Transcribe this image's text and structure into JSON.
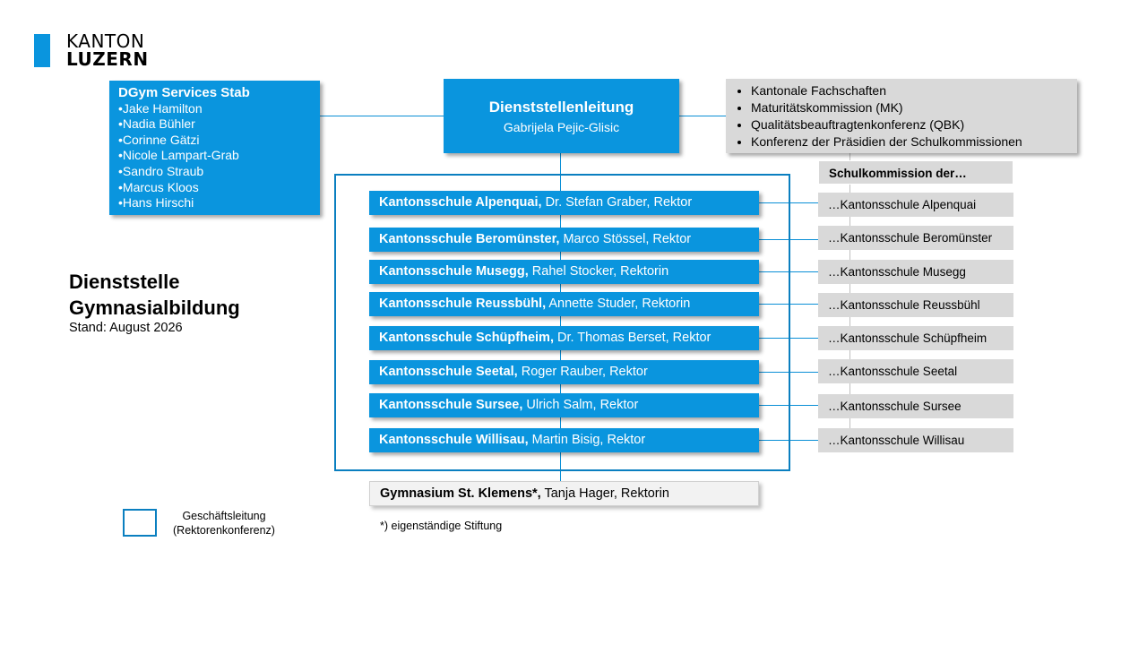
{
  "logo": {
    "line1": "KANTON",
    "line2": "LUZERN"
  },
  "stab": {
    "title": "DGym Services Stab",
    "members": [
      "Jake Hamilton",
      "Nadia Bühler",
      "Corinne Gätzi",
      "Nicole Lampart-Grab",
      "Sandro Straub",
      "Marcus Kloos",
      "Hans Hirschi"
    ]
  },
  "leitung": {
    "title": "Dienststellenleitung",
    "name": "Gabrijela Pejic-Glisic"
  },
  "gremien": [
    "Kantonale Fachschaften",
    "Maturitätskommission (MK)",
    "Qualitätsbeauftragtenkonferenz (QBK)",
    "Konferenz der Präsidien der Schulkommissionen"
  ],
  "schulen": [
    {
      "name": "Kantonsschule Alpenquai",
      "rest": " Dr. Stefan Graber, Rektor"
    },
    {
      "name": "Kantonsschule Beromünster",
      "rest": " Marco Stössel, Rektor"
    },
    {
      "name": "Kantonsschule Musegg",
      "rest": " Rahel Stocker, Rektorin"
    },
    {
      "name": "Kantonsschule Reussbühl",
      "rest": " Annette Studer, Rektorin"
    },
    {
      "name": "Kantonsschule Schüpfheim",
      "rest": " Dr. Thomas Berset, Rektor"
    },
    {
      "name": "Kantonsschule Seetal",
      "rest": " Roger Rauber, Rektor"
    },
    {
      "name": "Kantonsschule Sursee",
      "rest": " Ulrich Salm, Rektor"
    },
    {
      "name": "Kantonsschule Willisau",
      "rest": " Martin Bisig, Rektor"
    }
  ],
  "schulkommission": {
    "header": "Schulkommission der…",
    "items": [
      "…Kantonsschule Alpenquai",
      "…Kantonsschule Beromünster",
      "…Kantonsschule Musegg",
      "…Kantonsschule Reussbühl",
      "…Kantonsschule Schüpfheim",
      "…Kantonsschule Seetal",
      "…Kantonsschule Sursee",
      "…Kantonsschule Willisau"
    ]
  },
  "klemens": {
    "name": "Gymnasium St. Klemens*,",
    "rest": " Tanja Hager, Rektorin"
  },
  "footnote": "*) eigenständige Stiftung",
  "page": {
    "title_line1": "Dienststelle",
    "title_line2": "Gymnasialbildung",
    "stand": "Stand: August 2026"
  },
  "legend": {
    "line1": "Geschäftsleitung",
    "line2": "(Rektorenkonferenz)"
  },
  "colors": {
    "primary_blue": "#0a95de",
    "frame_blue": "#0a7fc0",
    "grey_box": "#d9d9d9"
  }
}
